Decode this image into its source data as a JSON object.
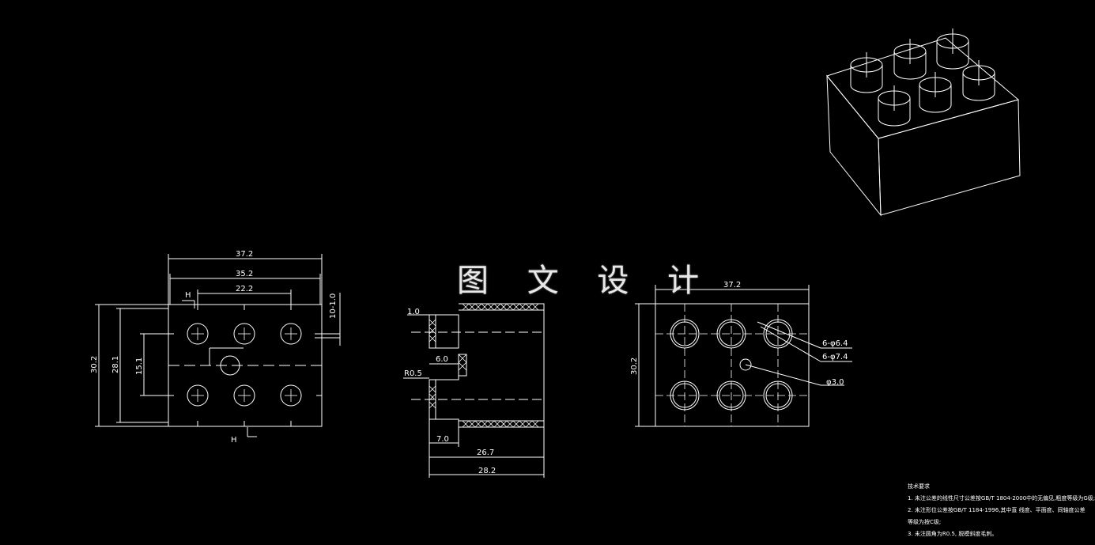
{
  "watermark": "图 文 设 计",
  "front_view": {
    "width_overall": "37.2",
    "width_inner": "35.2",
    "stud_pitch_total": "22.2",
    "height_overall": "30.2",
    "height_inner": "28.1",
    "stud_pitch_vertical": "15.1",
    "wall_thickness": "10-1.0",
    "section_mark_top": "H",
    "section_mark_bottom": "H"
  },
  "section_view": {
    "top_wall": "1.0",
    "stud_depth": "6.0",
    "fillet": "R0.5",
    "stud_height": "7.0",
    "inner_length": "26.7",
    "overall_length": "28.2"
  },
  "top_view": {
    "width": "37.2",
    "height": "30.2",
    "hole_inner": "6-φ6.4",
    "hole_outer": "6-φ7.4",
    "center_hole": "φ3.0"
  },
  "tech_notes": {
    "title": "技术要求",
    "line1": "1. 未注公差的线性尺寸公差按GB/T 1804-2000中的无偏见,粗度等级为G级;",
    "line2": "2. 未注形位公差按GB/T 1184-1996,其中直 线度、平面度、同轴度公差",
    "line3": "等级为按C级;",
    "line4": "3. 未注圆角为R0.5, 脱模斜度毛刺。"
  }
}
